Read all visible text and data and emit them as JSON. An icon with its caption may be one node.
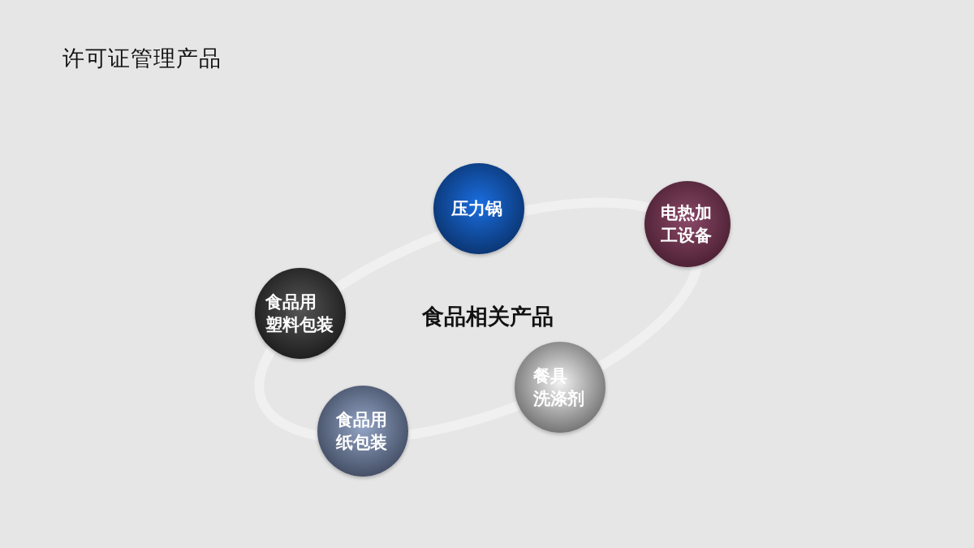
{
  "diagram": {
    "title": "许可证管理产品",
    "nodes": [
      {
        "text": [
          "压力锅"
        ]
      },
      {
        "text": [
          "电热加工设备"
        ]
      },
      {
        "text": [
          "食品用塑料包装"
        ]
      },
      {
        "text": [
          "食品用纸包装"
        ]
      },
      {
        "text": [
          "餐具洗涤剂"
        ]
      }
    ],
    "labels": [
      "食品相关产品"
    ]
  }
}
